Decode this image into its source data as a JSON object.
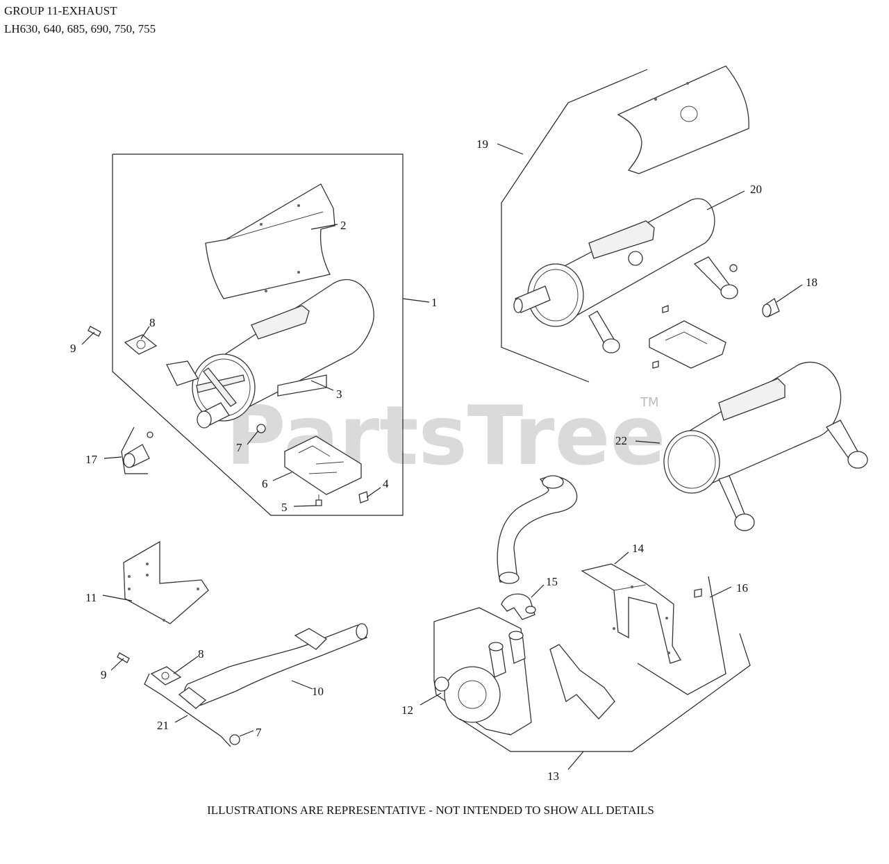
{
  "header": {
    "line1": "GROUP 11-EXHAUST",
    "line2": "LH630, 640, 685, 690, 750, 755"
  },
  "watermark": {
    "brand": "PartsTree",
    "tm": "TM"
  },
  "callouts": {
    "c1": "1",
    "c2": "2",
    "c3": "3",
    "c4": "4",
    "c5": "5",
    "c6": "6",
    "c7a": "7",
    "c7b": "7",
    "c8a": "8",
    "c8b": "8",
    "c9a": "9",
    "c9b": "9",
    "c10": "10",
    "c11": "11",
    "c12": "12",
    "c13": "13",
    "c14": "14",
    "c15": "15",
    "c16": "16",
    "c17": "17",
    "c18": "18",
    "c19": "19",
    "c20": "20",
    "c21": "21",
    "c22": "22"
  },
  "footer": {
    "note": "ILLUSTRATIONS ARE REPRESENTATIVE - NOT INTENDED TO SHOW ALL DETAILS"
  }
}
